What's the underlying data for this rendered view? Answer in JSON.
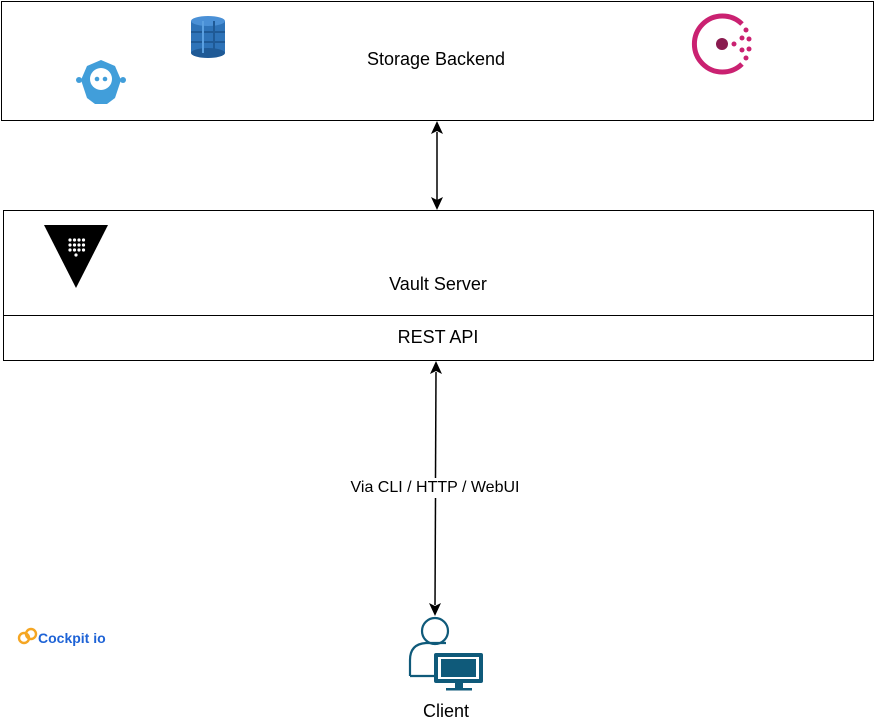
{
  "storage": {
    "title": "Storage Backend"
  },
  "vault": {
    "title": "Vault Server",
    "api_label": "REST API"
  },
  "connection": {
    "label": "Via CLI / HTTP / WebUI"
  },
  "client": {
    "label": "Client"
  },
  "branding": {
    "name": "Cockpit io"
  },
  "icons": {
    "etcd": "etcd-icon",
    "dynamodb": "dynamodb-icon",
    "consul": "consul-icon",
    "vault": "vault-logo-icon",
    "client": "client-user-computer-icon",
    "cockpit": "cockpit-logo-icon"
  },
  "colors": {
    "etcd": "#419EDA",
    "dynamodb": "#2E73B8",
    "consul": "#CA2171",
    "client": "#0F5A7A",
    "cockpit_orange": "#F5A623",
    "cockpit_blue": "#1E63D6"
  }
}
